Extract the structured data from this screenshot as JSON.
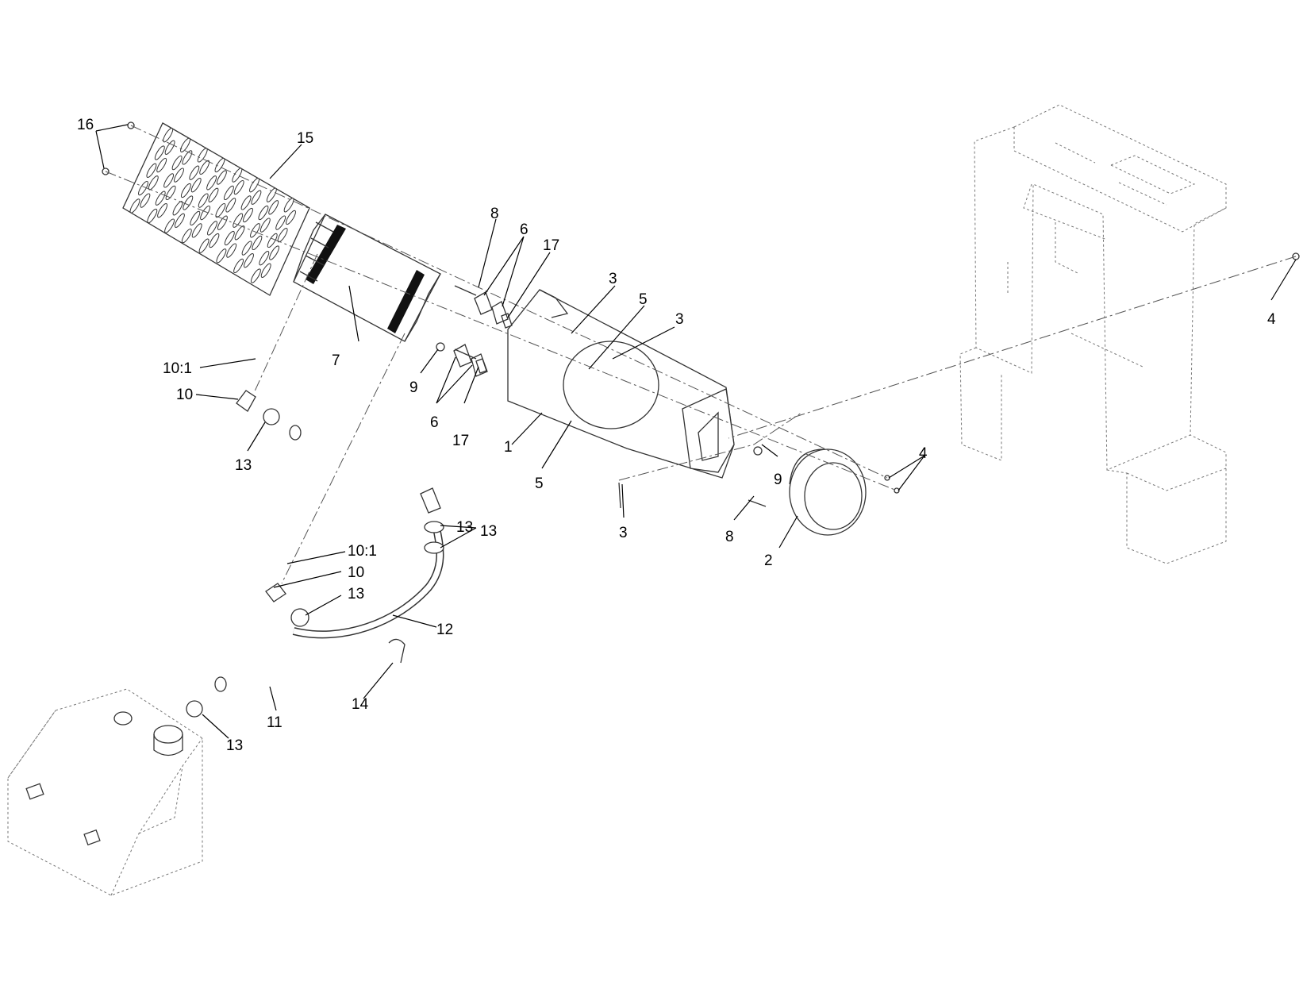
{
  "diagram": {
    "callouts": [
      "16",
      "15",
      "8",
      "6",
      "17",
      "3",
      "5",
      "3",
      "10:1",
      "7",
      "10",
      "9",
      "6",
      "17",
      "13",
      "1",
      "5",
      "3",
      "8",
      "9",
      "4",
      "2",
      "4",
      "13",
      "10:1",
      "10",
      "13",
      "12",
      "13",
      "11",
      "14"
    ]
  }
}
